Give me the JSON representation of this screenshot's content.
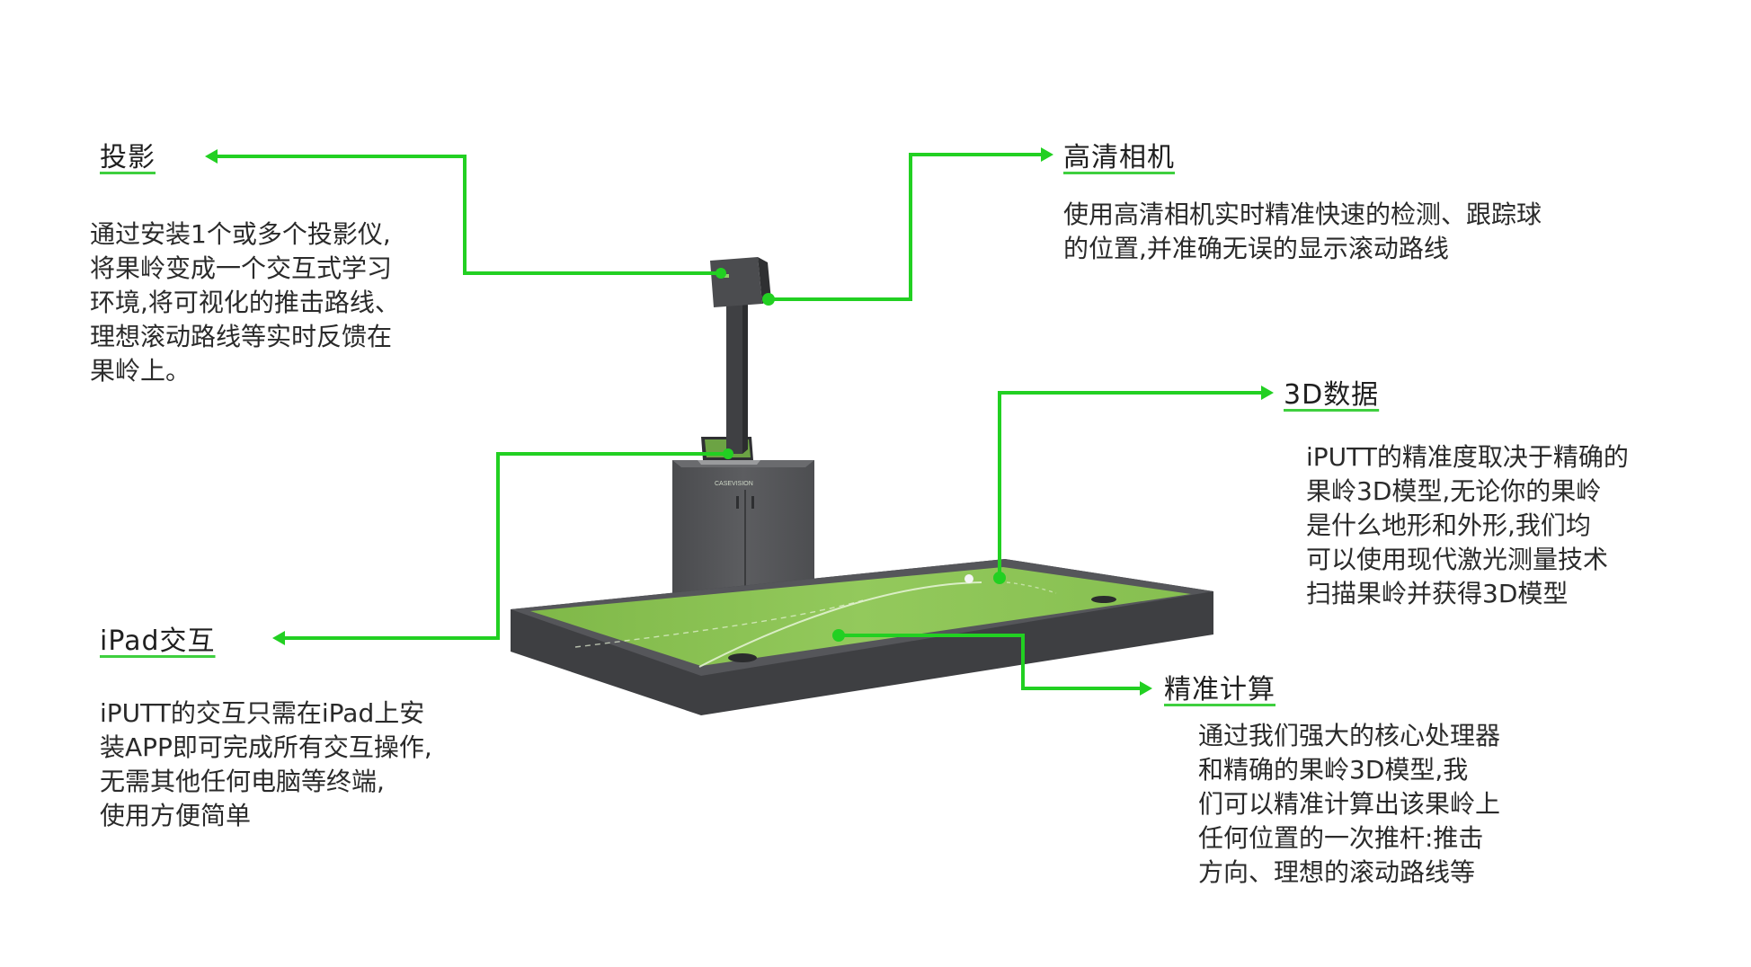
{
  "colors": {
    "accent": "#22d022",
    "surface": "#8cc455",
    "frame": "#4d4e51"
  },
  "features": {
    "projection": {
      "title": "投影",
      "lines": [
        "通过安装1个或多个投影仪,",
        "将果岭变成一个交互式学习",
        "环境,将可视化的推击路线、",
        "理想滚动路线等实时反馈在",
        "果岭上。"
      ]
    },
    "camera": {
      "title": "高清相机",
      "lines": [
        "使用高清相机实时精准快速的检测、跟踪球",
        "的位置,并准确无误的显示滚动路线"
      ]
    },
    "data3d": {
      "title": "3D数据",
      "lines": [
        "iPUTT的精准度取决于精确的",
        "果岭3D模型,无论你的果岭",
        "是什么地形和外形,我们均",
        "可以使用现代激光测量技术",
        "扫描果岭并获得3D模型"
      ]
    },
    "ipad": {
      "title": "iPad交互",
      "lines": [
        "iPUTT的交互只需在iPad上安",
        "装APP即可完成所有交互操作,",
        "无需其他任何电脑等终端,",
        "使用方便简单"
      ]
    },
    "compute": {
      "title": "精准计算",
      "lines": [
        "通过我们强大的核心处理器",
        "和精确的果岭3D模型,我",
        "们可以精准计算出该果岭上",
        "任何位置的一次推杆:推击",
        "方向、理想的滚动路线等"
      ]
    }
  }
}
